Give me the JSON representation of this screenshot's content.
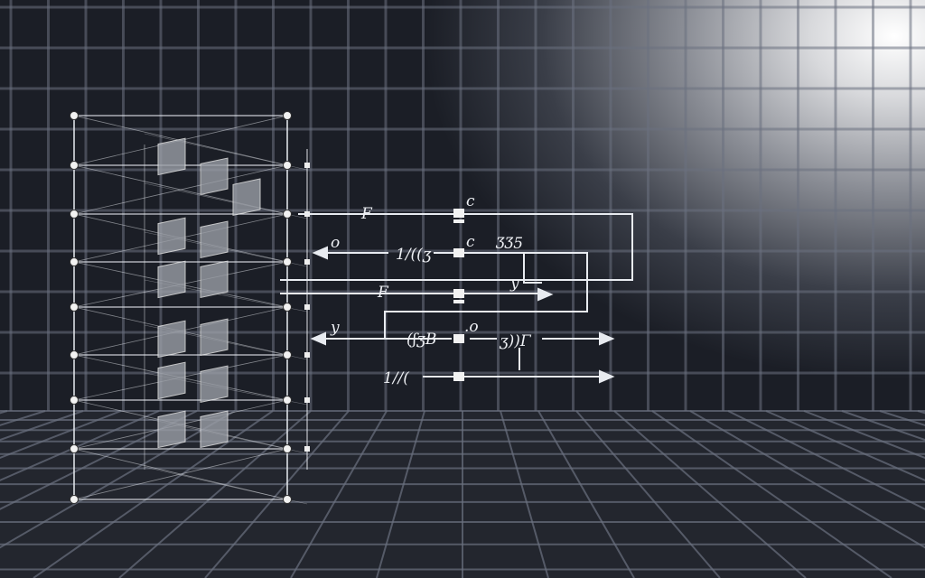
{
  "colors": {
    "background_dark": "#1b1e26",
    "glow": "#ffffff",
    "line": "#e8ebf0",
    "grid": "#6b7180"
  },
  "circuit_labels": [
    {
      "id": "top-f",
      "text": "F"
    },
    {
      "id": "top-c",
      "text": "c"
    },
    {
      "id": "left-o",
      "text": "o"
    },
    {
      "id": "mid-frac",
      "text": "1/((ʒ"
    },
    {
      "id": "mid-c",
      "text": "c"
    },
    {
      "id": "mid-ssb",
      "text": "ƷƷ5"
    },
    {
      "id": "mid-y",
      "text": "y"
    },
    {
      "id": "low-f",
      "text": "F"
    },
    {
      "id": "left-y",
      "text": "y"
    },
    {
      "id": "low-frac",
      "text": "(ʃʒB"
    },
    {
      "id": "low-o",
      "text": ".o"
    },
    {
      "id": "low-right",
      "text": "ʒ))Γ"
    },
    {
      "id": "bottom-frac",
      "text": "1//("
    }
  ]
}
